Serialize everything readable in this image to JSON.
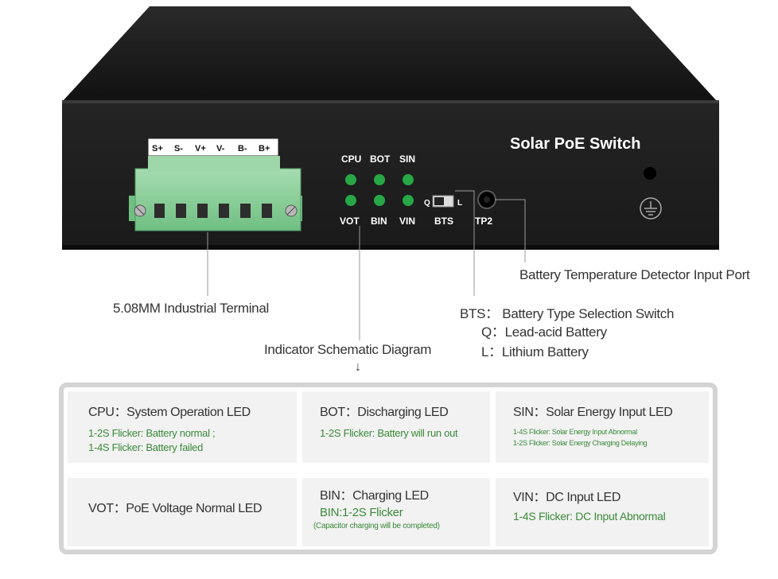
{
  "device": {
    "title": "Solar PoE Switch",
    "terminal_labels": [
      "S+",
      "S-",
      "V+",
      "V-",
      "B-",
      "B+"
    ],
    "led_top_labels": [
      "CPU",
      "BOT",
      "SIN"
    ],
    "led_bottom_labels": [
      "VOT",
      "BIN",
      "VIN"
    ],
    "switch_q": "Q",
    "switch_l": "L",
    "bts_label": "BTS",
    "tp2_label": "TP2"
  },
  "callouts": {
    "terminal": "5.08MM Industrial Terminal",
    "indicator": "Indicator Schematic Diagram",
    "arrow": "↓",
    "temp_port": "Battery Temperature Detector Input Port",
    "bts": "BTS： Battery Type Selection Switch",
    "q": "Q：Lead-acid Battery",
    "l": "L：Lithium Battery"
  },
  "legend": {
    "cpu": {
      "title": "CPU：System Operation LED",
      "lines": [
        "1-2S Flicker: Battery normal ;",
        "1-4S Flicker: Battery failed"
      ]
    },
    "bot": {
      "title": "BOT：Discharging LED",
      "lines": [
        "1-2S Flicker: Battery will run out"
      ]
    },
    "sin": {
      "title": "SIN：Solar Energy Input LED",
      "lines": [
        "1-4S Flicker: Solar Energy Input Abnormal",
        "1-2S Flicker: Solar Energy Charging Delaying"
      ]
    },
    "vot": {
      "title": "VOT：PoE Voltage Normal LED"
    },
    "bin": {
      "title": "BIN：Charging LED",
      "line1": "BIN:1-2S Flicker",
      "line2": "(Capacitor charging will be completed)"
    },
    "vin": {
      "title": "VIN：DC Input LED",
      "line1": "1-4S Flicker: DC Input Abnormal"
    }
  },
  "colors": {
    "device_body": "#1e1e1e",
    "terminal_green": "#8fd19e",
    "led_green": "#27a745",
    "text_green": "#3a8a3a",
    "cell_bg": "#f2f2f2",
    "border": "#d4d4d4"
  }
}
